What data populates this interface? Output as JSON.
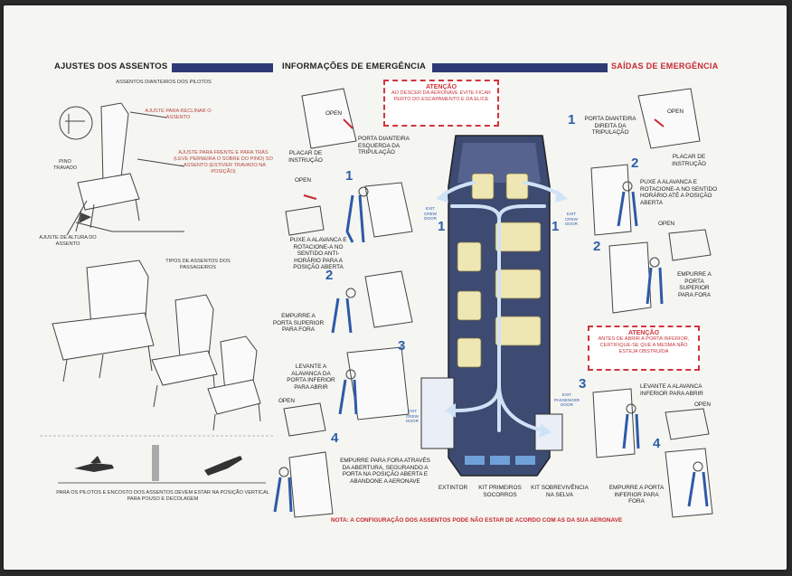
{
  "headers": {
    "seats": "AJUSTES DOS ASSENTOS",
    "emergency": "INFORMAÇÕES DE EMERGÊNCIA",
    "exits": "SAÍDAS DE EMERGÊNCIA"
  },
  "seats": {
    "pilot_title": "ASSENTOS DIANTEIROS DOS PILOTOS",
    "recline": "AJUSTE PARA RECLINAR O ASSENTO",
    "fore_aft": "AJUSTE PARA FRENTE E PARA TRÁS (LEVE PERNEIRA O SOBRE DO PINO) SO - ASSENTO (ESTIVER TRAVADO NA POSIÇÃO)",
    "pin": "PINO TRAVADO",
    "height": "AJUSTE DE ALTURA DO ASSENTO",
    "passenger_title": "TIPOS DE ASSENTOS DOS PASSAGEIROS",
    "footer": "PARA OS PILOTOS E ENCOSTO DOS ASSENTOS DEVEM ESTAR NA POSIÇÃO VERTICAL PARA POUSO E DECOLAGEM"
  },
  "warnings": {
    "top": {
      "title": "ATENÇÃO",
      "body": "AO DESCER DA AERONAVE EVITE FICAR PERTO DO ESCAPAMENTO E DA ELICE"
    },
    "right": {
      "title": "ATENÇÃO",
      "body": "ANTES DE ABRIR A PORTA INFERIOR, CERTIFIQUE-SE QUE A MESMA NÃO ESTEJA OBSTRUÍDA"
    }
  },
  "left_door": {
    "open": "OPEN",
    "placard": "PLACAR DE INSTRUÇÃO",
    "door": "PORTA DIANTEIRA ESQUERDA DA TRIPULAÇÃO",
    "step1": "PUXE A ALAVANCA E ROTACIONE-A NO SENTIDO ANTI-HORÁRIO PARA A POSIÇÃO ABERTA",
    "step2": "EMPURRE A PORTA SUPERIOR PARA FORA",
    "step3": "LEVANTE A ALAVANCA DA PORTA INFERIOR PARA ABRIR",
    "step4": "EMPURRE PARA FORA ATRAVÉS DA ABERTURA, SEGURANDO A PORTA NA POSIÇÃO ABERTA E ABANDONE A AERONAVE"
  },
  "right_door": {
    "open": "OPEN",
    "door": "PORTA DIANTEIRA DIREITA DA TRIPULAÇÃO",
    "placard": "PLACAR DE INSTRUÇÃO",
    "step2": "PUXE A ALAVANCA E ROTACIONE-A NO SENTIDO HORÁRIO ATÉ A POSIÇÃO ABERTA",
    "step2b": "EMPURRE A PORTA SUPERIOR PARA FORA",
    "step3": "LEVANTE A ALAVANCA INFERIOR PARA ABRIR",
    "step4": "EMPURRE A PORTA INFERIOR PARA FORA"
  },
  "cabin": {
    "exit_left": "EXIT CREW DOOR",
    "exit_right": "EXIT CREW DOOR",
    "exit_rear_left": "EXIT CREW DOOR",
    "exit_rear_right": "EXIT PASSENGER DOOR"
  },
  "steps": [
    "1",
    "2",
    "3",
    "4"
  ],
  "equipment": [
    "EXTINTOR",
    "KIT PRIMEIROS SOCORROS",
    "KIT SOBREVIVÊNCIA NA SELVA"
  ],
  "note": "NOTA: A CONFIGURAÇÃO DOS ASSENTOS PODE NÃO   ESTAR DE ACORDO COM AS DA SUA AERONAVE",
  "colors": {
    "navy": "#2e3a73",
    "red": "#c7282f",
    "blue": "#2c5fa8",
    "seat": "#efe7b3"
  }
}
